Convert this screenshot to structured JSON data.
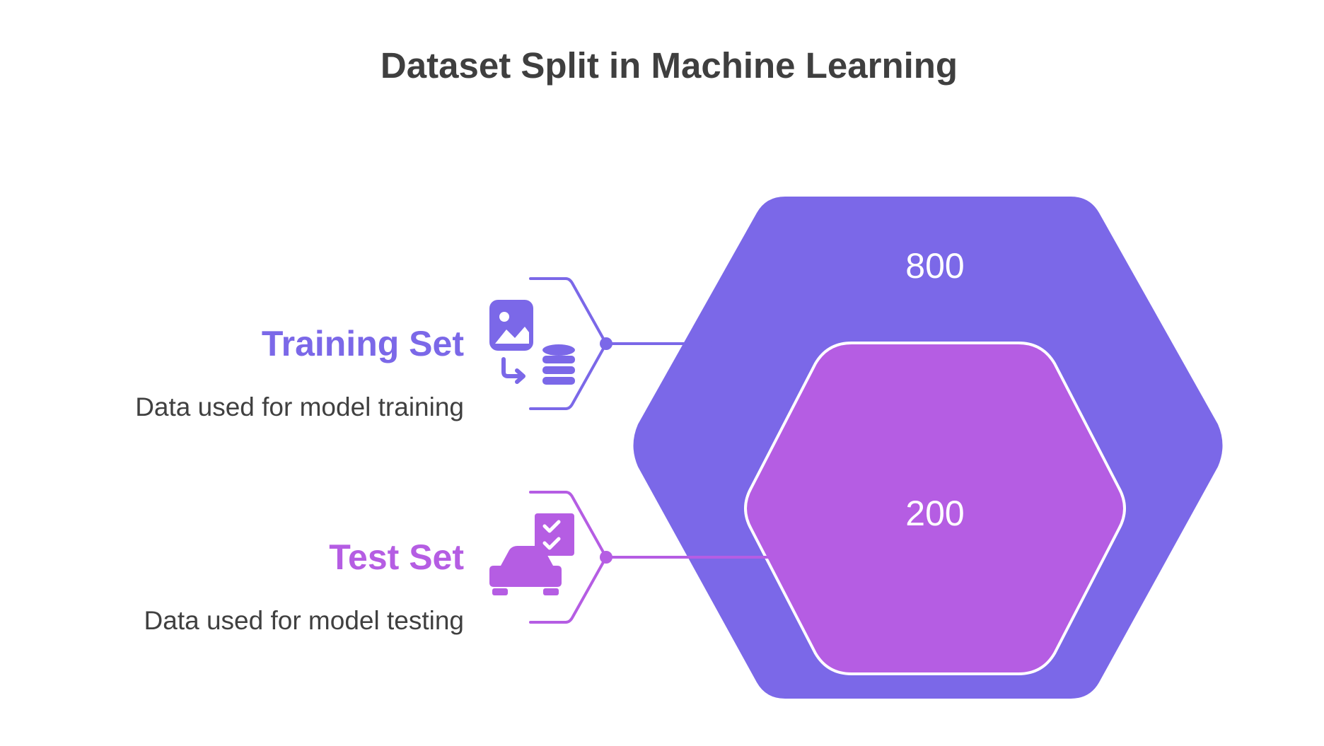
{
  "title": "Dataset Split in Machine Learning",
  "colors": {
    "training": "#7b68e8",
    "test": "#b55de3",
    "title": "#3f3f3f",
    "description": "#404040"
  },
  "sections": [
    {
      "title": "Training Set",
      "description": "Data used for model training",
      "icon": "image-to-database-icon",
      "value": "800"
    },
    {
      "title": "Test Set",
      "description": "Data used for model testing",
      "icon": "car-checklist-icon",
      "value": "200"
    }
  ]
}
